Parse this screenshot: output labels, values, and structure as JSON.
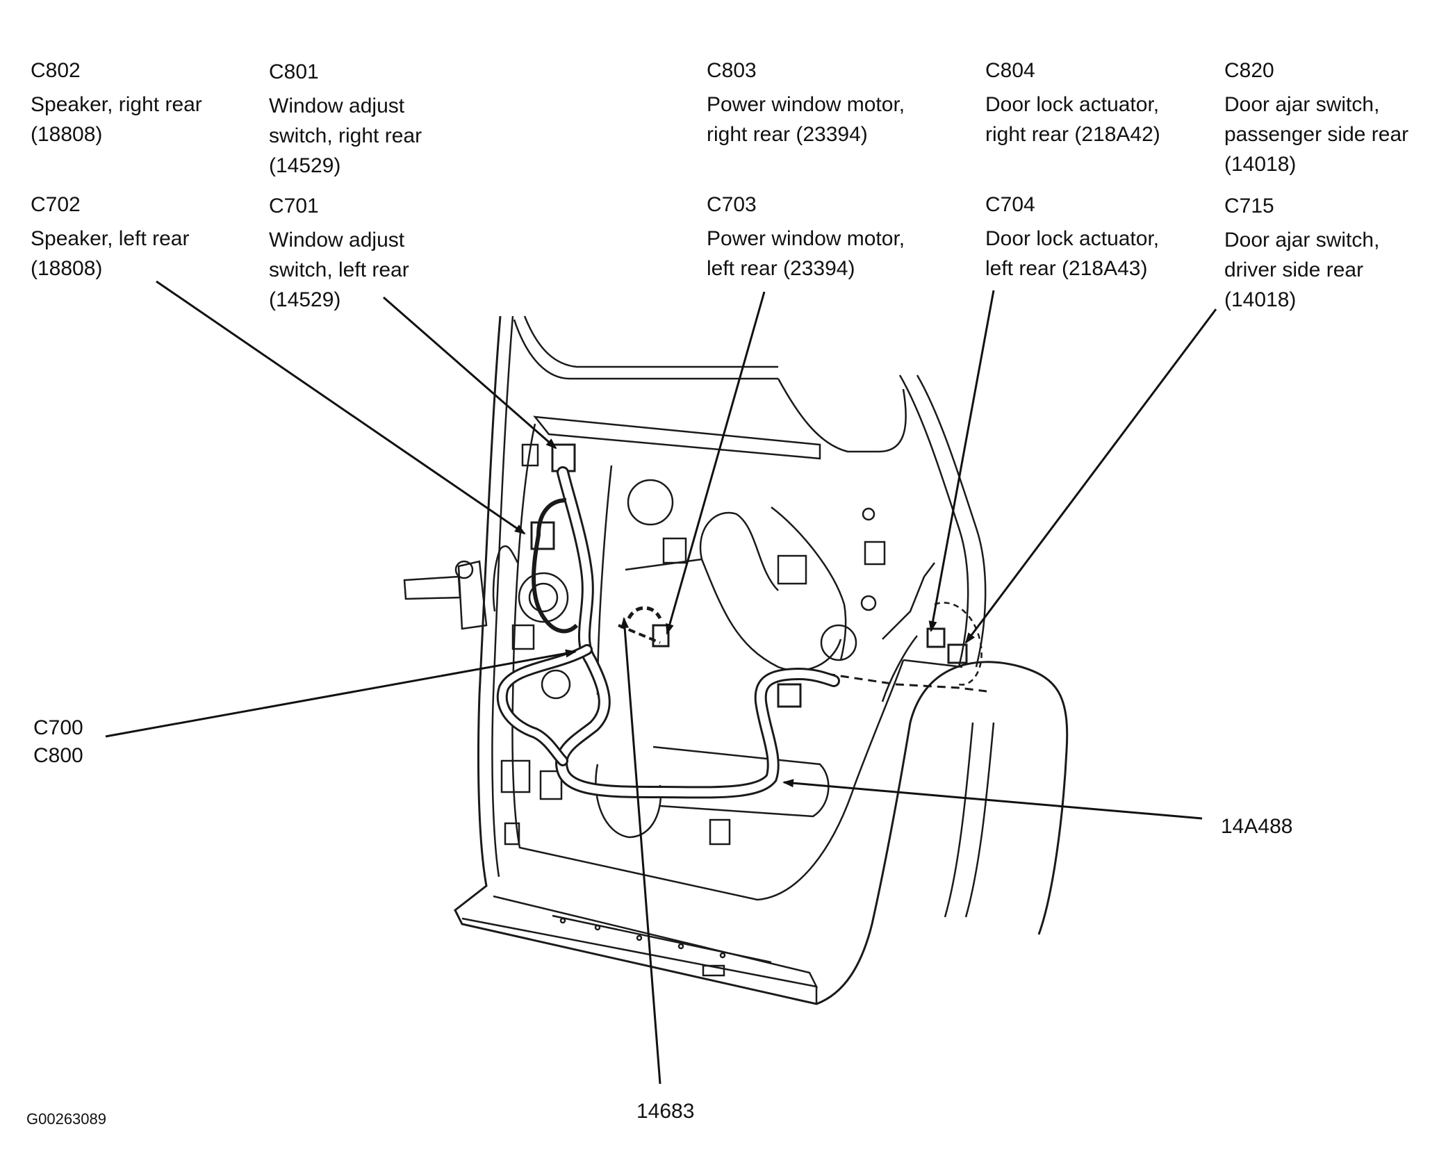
{
  "callouts": {
    "c802": {
      "code": "C802",
      "l1": "Speaker, right rear",
      "l2": "(18808)"
    },
    "c801": {
      "code": "C801",
      "l1": "Window adjust",
      "l2": "switch, right rear",
      "l3": "(14529)"
    },
    "c803": {
      "code": "C803",
      "l1": "Power window motor,",
      "l2": "right rear (23394)"
    },
    "c804": {
      "code": "C804",
      "l1": "Door lock actuator,",
      "l2": "right rear (218A42)"
    },
    "c820": {
      "code": "C820",
      "l1": "Door ajar switch,",
      "l2": "passenger side rear",
      "l3": "(14018)"
    },
    "c702": {
      "code": "C702",
      "l1": "Speaker, left rear",
      "l2": "(18808)"
    },
    "c701": {
      "code": "C701",
      "l1": "Window adjust",
      "l2": "switch, left rear",
      "l3": "(14529)"
    },
    "c703": {
      "code": "C703",
      "l1": "Power window motor,",
      "l2": "left rear (23394)"
    },
    "c704": {
      "code": "C704",
      "l1": "Door lock actuator,",
      "l2": "left rear (218A43)"
    },
    "c715": {
      "code": "C715",
      "l1": "Door ajar switch,",
      "l2": "driver side rear",
      "l3": "(14018)"
    },
    "c700_800": {
      "l1": "C700",
      "l2": "C800"
    },
    "harness_14a488": "14A488",
    "harness_14683": "14683"
  },
  "figure_id": "G00263089"
}
